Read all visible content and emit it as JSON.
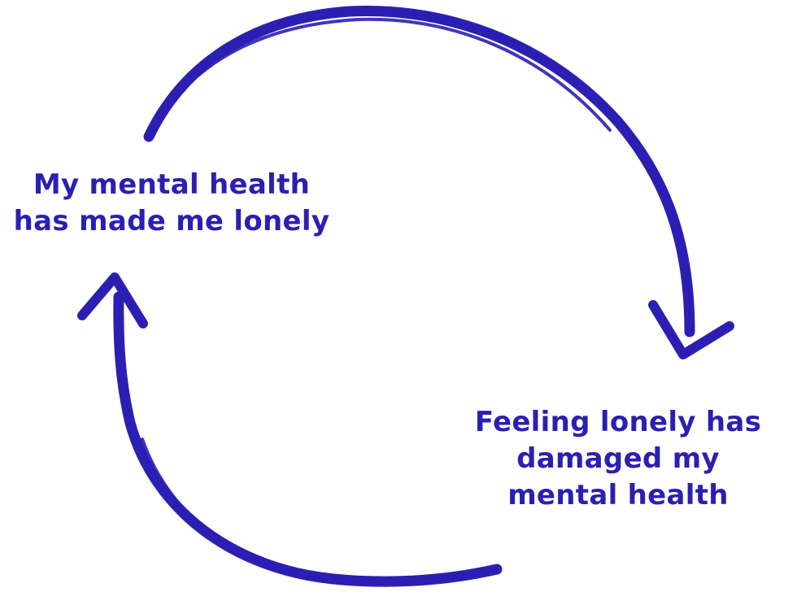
{
  "colors": {
    "ink": "#2b1fb3",
    "background": "#ffffff"
  },
  "statements": {
    "top_left": {
      "lines": [
        "My mental health",
        "has made me lonely"
      ]
    },
    "bottom_right": {
      "lines": [
        "Feeling lonely has",
        "damaged my",
        "mental health"
      ]
    }
  },
  "arrows": [
    {
      "from": "top_left",
      "to": "bottom_right",
      "direction": "clockwise"
    },
    {
      "from": "bottom_right",
      "to": "top_left",
      "direction": "clockwise"
    }
  ]
}
